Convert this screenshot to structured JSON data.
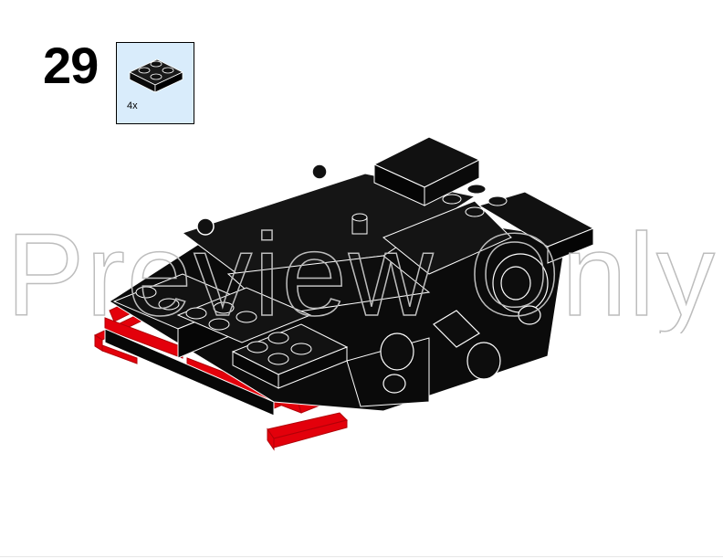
{
  "step": {
    "number": "29"
  },
  "parts": [
    {
      "icon": "black-2x2-plate-icon",
      "quantity": "4x"
    }
  ],
  "watermark": {
    "text": "Preview Only"
  },
  "colors": {
    "callout_bg": "#d9ecfb",
    "brick_black": "#0b0b0b",
    "brick_red": "#e3000b",
    "outline": "#ffffff"
  }
}
